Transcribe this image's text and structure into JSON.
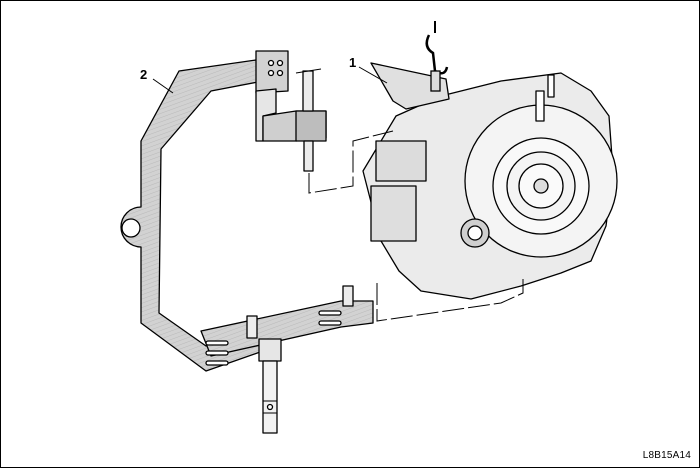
{
  "diagram": {
    "callouts": {
      "transmission": "1",
      "fixture": "2"
    },
    "figure_code": "L8B15A14",
    "colors": {
      "line": "#000000",
      "fixture_fill": "#d2d2d2",
      "body_fill": "#ebebeb",
      "shade_fill": "#bdbdbd"
    }
  }
}
